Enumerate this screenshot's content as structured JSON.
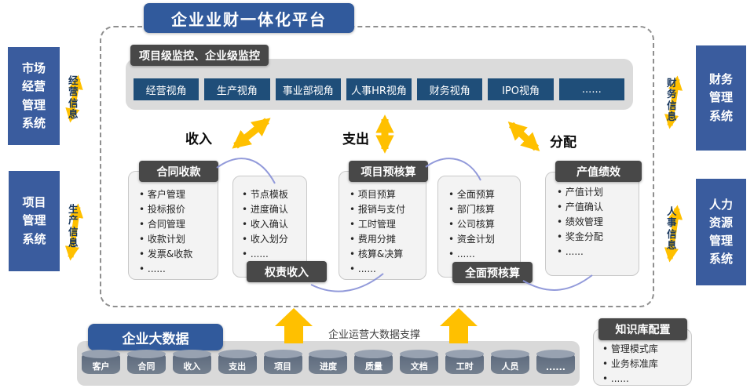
{
  "title": "企业业财一体化平台",
  "monitor": {
    "header": "项目级监控、企业级监控",
    "views": [
      "经营视角",
      "生产视角",
      "事业部视角",
      "人事HR视角",
      "财务视角",
      "IPO视角",
      "......"
    ]
  },
  "flow_labels": {
    "income": "收入",
    "expense": "支出",
    "distribution": "分配"
  },
  "process_cards": [
    {
      "header": "合同收款",
      "items": [
        "客户管理",
        "投标报价",
        "合同管理",
        "收款计划",
        "发票&收款",
        "......"
      ]
    },
    {
      "header": "权责收入",
      "items": [
        "节点模板",
        "进度确认",
        "收入确认",
        "收入划分",
        "......"
      ]
    },
    {
      "header": "项目预核算",
      "items": [
        "项目预算",
        "报销与支付",
        "工时管理",
        "费用分摊",
        "核算&决算",
        "......"
      ]
    },
    {
      "header": "全面预核算",
      "items": [
        "全面预算",
        "部门核算",
        "公司核算",
        "资金计划",
        "......"
      ]
    },
    {
      "header": "产值绩效",
      "items": [
        "产值计划",
        "产值确认",
        "绩效管理",
        "奖金分配",
        "......"
      ]
    }
  ],
  "external_systems": {
    "left": [
      {
        "name": "市场经营管理系统",
        "lines": "市场\n经营\n管理\n系统",
        "info": "经\n营\n信\n息"
      },
      {
        "name": "项目管理系统",
        "lines": "项目\n管理\n系统",
        "info": "生\n产\n信\n息"
      }
    ],
    "right": [
      {
        "name": "财务管理系统",
        "lines": "财务\n管理\n系统",
        "info": "财\n务\n信\n息"
      },
      {
        "name": "人力资源管理系统",
        "lines": "人力\n资源\n管理\n系统",
        "info": "人\n事\n信\n息"
      }
    ]
  },
  "bigdata": {
    "header": "企业大数据",
    "support_label": "企业运营大数据支撑",
    "databases": [
      "客户",
      "合同",
      "收入",
      "支出",
      "项目",
      "进度",
      "质量",
      "文档",
      "工时",
      "人员",
      "......"
    ]
  },
  "knowledge_base": {
    "header": "知识库配置",
    "items": [
      "管理模式库",
      "业务标准库",
      "......"
    ]
  },
  "colors": {
    "primary_blue": "#315A9C",
    "side_blue": "#3A5C9E",
    "button_navy": "#1F4E79",
    "dark_gray": "#484848",
    "panel_gray": "#D9D9D9",
    "accent_yellow": "#FFC000",
    "connector_purple": "#8C95D8"
  }
}
